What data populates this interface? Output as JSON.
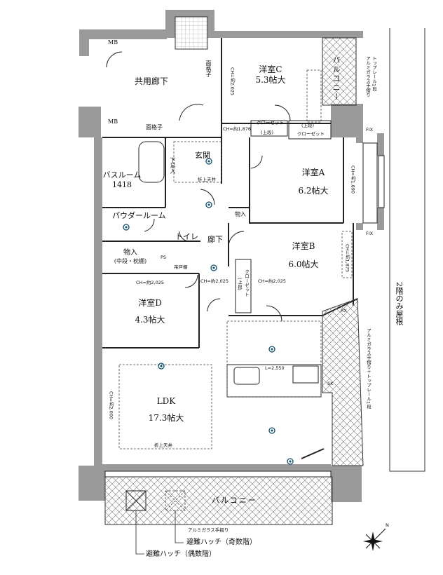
{
  "rooms": {
    "corridor_common": "共用廊下",
    "room_c": {
      "name": "洋室C",
      "size": "5.3帖大"
    },
    "room_a": {
      "name": "洋室A",
      "size": "6.2帖大"
    },
    "room_b": {
      "name": "洋室B",
      "size": "6.0帖大"
    },
    "room_d": {
      "name": "洋室D",
      "size": "4.3帖大"
    },
    "ldk": {
      "name": "LDK",
      "size": "17.3帖大"
    },
    "bathroom": {
      "name": "バスルーム",
      "size": "1418"
    },
    "powder": "パウダールーム",
    "toilet": "トイレ",
    "storage_left": {
      "name": "物入",
      "note": "(中段・枕棚)"
    },
    "storage_small": "物入",
    "entrance": "玄関",
    "hallway": "廊下",
    "shoe_box": "下足入",
    "linen": "吊戸棚",
    "ps": "PS",
    "mb_top": "MB",
    "mb_mid": "MB",
    "closet1": "クローゼット",
    "closet1_shelf": "(上段)",
    "closet2_shelf": "(上段)",
    "closet2": "クローゼット",
    "closet3": "クローゼット",
    "closet3_shelf": "(上段)",
    "balcony_top": "バルコニー",
    "balcony_bottom": "バルコニー"
  },
  "labels": {
    "lattice_top": "面格子",
    "lattice_mid": "面格子",
    "ceiling_entry": "折上天井",
    "ceiling_ldk": "折上天井",
    "ch_c": "CH=約2,025",
    "ch_1876": "CH=約1,876",
    "ch_a": "CH=約1,890",
    "ch_b": "CH=約1,875",
    "ch_d": "CH=約2,025",
    "ch_hall": "CH=約2,025",
    "ch_b2": "CH=約2,025",
    "ch_ldk": "CH=約2,000",
    "counter": "L=2,550",
    "fix1": "FIX",
    "fix2": "FIX",
    "rooftop": "2階のみ屋根",
    "rail_top": "トップレール1段",
    "rail_top2": "アルミガラス手摺り",
    "rail_right": "アルミガラス手摺り＋トップレール1段",
    "rail_bottom": "アルミガラス手摺り",
    "hatch_odd": "避難ハッチ（奇数階）",
    "hatch_even": "避難ハッチ（偶数階）",
    "north": "N",
    "sk": "SK",
    "rx": "RX"
  }
}
